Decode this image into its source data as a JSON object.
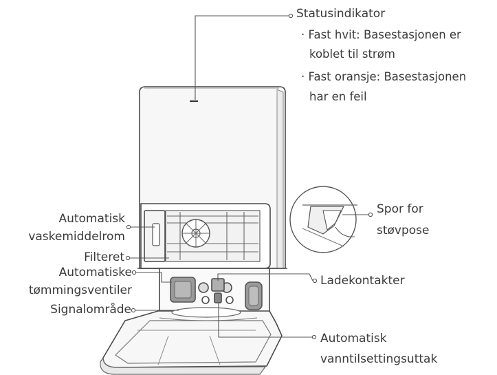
{
  "labels": {
    "status": {
      "title": "Statusindikator",
      "line1a": "· Fast hvit: Basestasjonen er",
      "line1b": "koblet til strøm",
      "line2a": "· Fast oransje: Basestasjonen",
      "line2b": "har en feil"
    },
    "dust_bag_slot": {
      "line1": "Spor for",
      "line2": "støvpose"
    },
    "detergent": {
      "line1": "Automatisk",
      "line2": "vaskemiddelrom"
    },
    "filter": "Filteret",
    "drain_valves": {
      "line1": "Automatiske",
      "line2": "tømmingsventiler"
    },
    "signal_area": "Signalområde",
    "charging_contacts": "Ladekontakter",
    "water_refill": {
      "line1": "Automatisk",
      "line2": "vanntilsettingsuttak"
    }
  },
  "colors": {
    "stroke": "#4a4a4a",
    "body_fill": "#f7f7f7",
    "shadow_fill": "#e9e9e9",
    "leader": "#555555"
  }
}
